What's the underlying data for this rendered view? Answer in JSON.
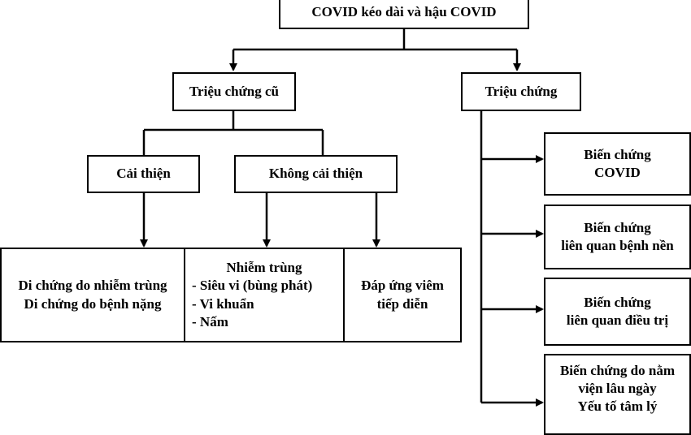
{
  "root": {
    "label": "COVID kéo dài và hậu COVID"
  },
  "old_symptoms": {
    "label": "Triệu chứng cũ",
    "improved": {
      "label": "Cải thiện",
      "outcome": [
        "Di chứng do nhiễm trùng",
        "Di chứng do bệnh nặng"
      ]
    },
    "not_improved": {
      "label": "Không cải thiện",
      "infection": {
        "title": "Nhiễm trùng",
        "items": [
          "- Siêu vi (bùng phát)",
          "- Vi khuẩn",
          "- Nấm"
        ]
      },
      "inflammation": [
        "Đáp ứng viêm",
        "tiếp diễn"
      ]
    }
  },
  "symptoms": {
    "label": "Triệu chứng",
    "complications": [
      [
        "Biến chứng",
        "COVID"
      ],
      [
        "Biến chứng",
        "liên quan bệnh nền"
      ],
      [
        "Biến chứng",
        "liên quan điều trị"
      ],
      [
        "Biến chứng do nằm",
        "viện lâu ngày",
        "Yếu tố tâm lý"
      ]
    ]
  }
}
